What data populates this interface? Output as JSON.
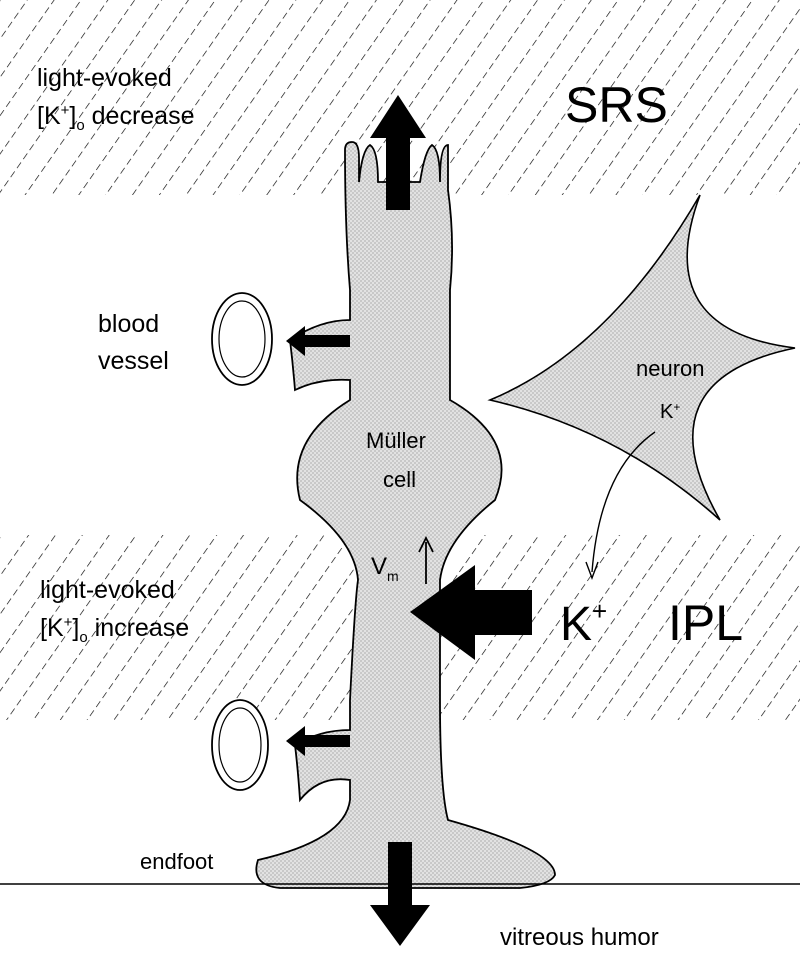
{
  "labels": {
    "srs_top_line1": "light-evoked",
    "srs_top_k": "[K",
    "srs_top_sup": "+",
    "srs_top_close": "]",
    "srs_top_sub": "o",
    "srs_top_rest": " decrease",
    "srs": "SRS",
    "blood_vessel_line1": "blood",
    "blood_vessel_line2": "vessel",
    "neuron": "neuron",
    "neuron_k": "K",
    "neuron_k_sup": "+",
    "muller_line1": "Müller",
    "muller_line2": "cell",
    "vm": "V",
    "vm_sub": "m",
    "ipl_line1": "light-evoked",
    "ipl_k": "[K",
    "ipl_sup": "+",
    "ipl_close": "]",
    "ipl_sub": "o",
    "ipl_rest": " increase",
    "k_big": "K",
    "k_big_sup": "+",
    "ipl": "IPL",
    "endfoot": "endfoot",
    "vitreous": "vitreous humor"
  }
}
